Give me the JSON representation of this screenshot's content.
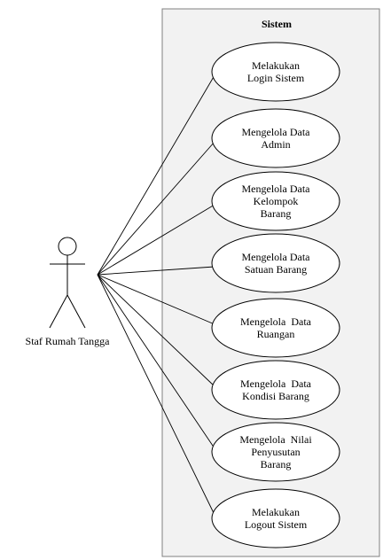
{
  "system": {
    "title": "Sistem",
    "background": "#f2f2f2",
    "border": "#808080"
  },
  "actor": {
    "name": "Staf Rumah Tangga"
  },
  "use_cases": [
    {
      "id": "login",
      "lines": [
        "Melakukan",
        "Login Sistem"
      ]
    },
    {
      "id": "admin",
      "lines": [
        "Mengelola Data",
        "Admin"
      ]
    },
    {
      "id": "kelompok-barang",
      "lines": [
        "Mengelola Data",
        "Kelompok",
        "Barang"
      ]
    },
    {
      "id": "satuan-barang",
      "lines": [
        "Mengelola Data",
        "Satuan Barang"
      ]
    },
    {
      "id": "ruangan",
      "lines": [
        "Mengelola  Data",
        "Ruangan"
      ]
    },
    {
      "id": "kondisi-barang",
      "lines": [
        "Mengelola  Data",
        "Kondisi Barang"
      ]
    },
    {
      "id": "nilai-penyusutan",
      "lines": [
        "Mengelola  Nilai",
        "Penyusutan",
        "Barang"
      ]
    },
    {
      "id": "logout",
      "lines": [
        "Melakukan",
        "Logout Sistem"
      ]
    }
  ]
}
